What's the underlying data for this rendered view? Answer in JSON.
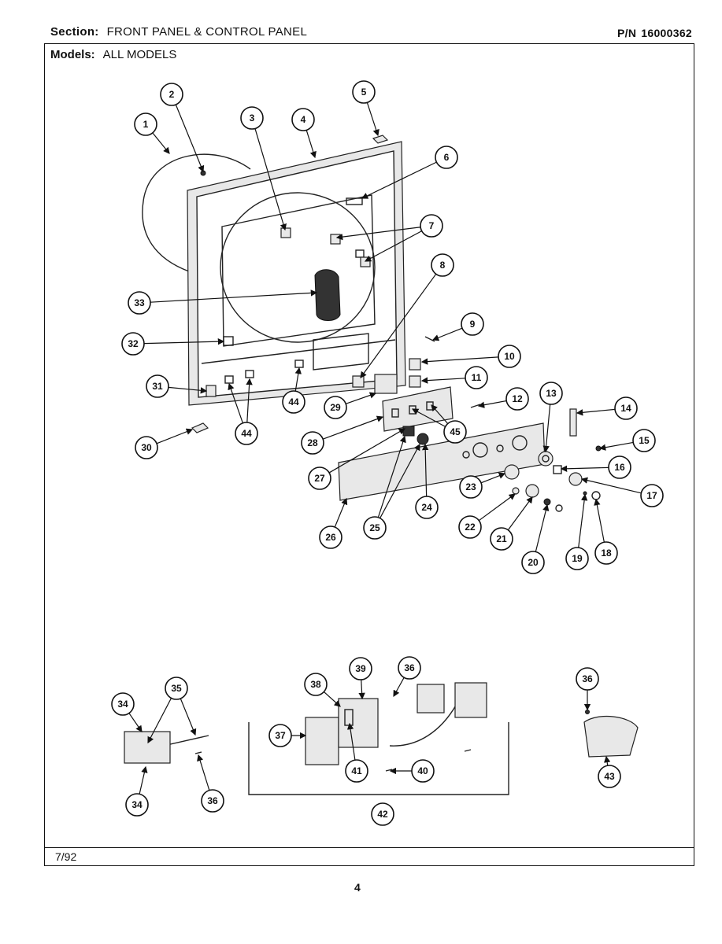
{
  "header": {
    "section_label": "Section:",
    "section_value": "FRONT PANEL & CONTROL PANEL",
    "models_label": "Models:",
    "models_value": "ALL MODELS",
    "part_number_label": "P/N",
    "part_number_value": "16000362"
  },
  "footer": {
    "date": "7/92",
    "page_number": "4"
  },
  "callouts": [
    "1",
    "2",
    "3",
    "4",
    "5",
    "6",
    "7",
    "8",
    "9",
    "10",
    "11",
    "12",
    "13",
    "14",
    "15",
    "16",
    "17",
    "18",
    "19",
    "20",
    "21",
    "22",
    "23",
    "24",
    "25",
    "26",
    "27",
    "28",
    "29",
    "30",
    "31",
    "32",
    "33",
    "34",
    "35",
    "36",
    "37",
    "38",
    "39",
    "40",
    "41",
    "42",
    "43",
    "44",
    "45"
  ]
}
